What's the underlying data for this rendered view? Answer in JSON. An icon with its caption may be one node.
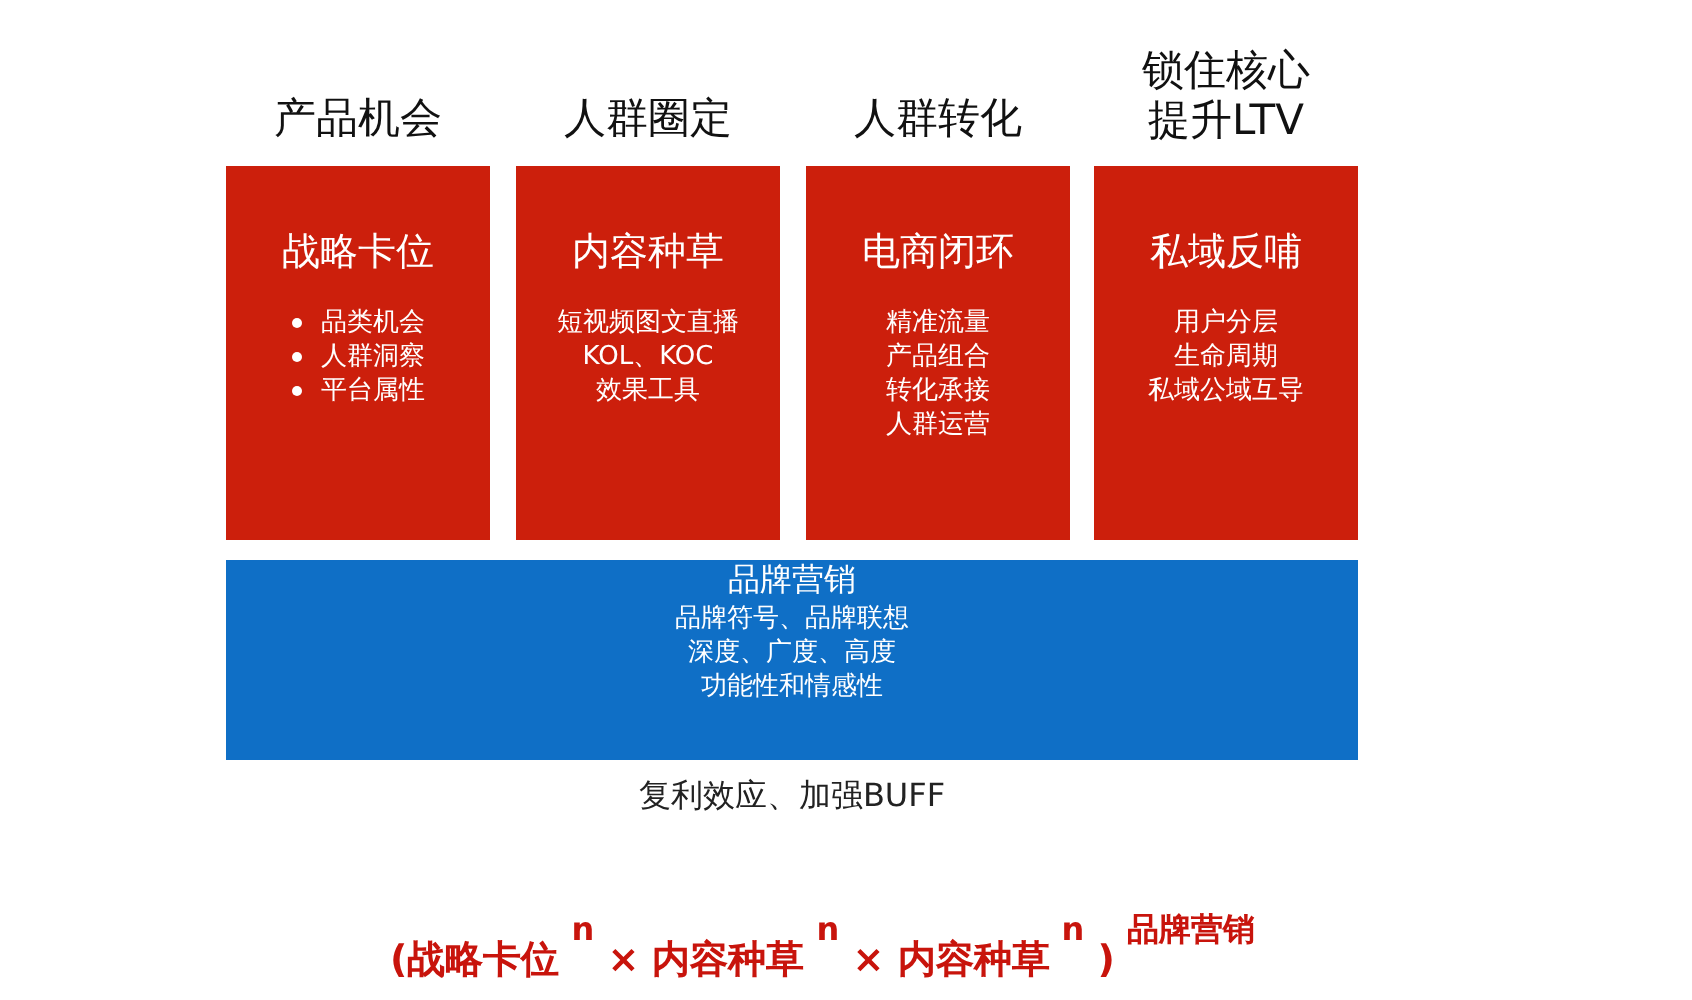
{
  "diagram": {
    "nodes": [
      {
        "text": [
          "产品机会",
          "战略卡位",
          "品类机会",
          "人群洞察",
          "平台属性"
        ]
      },
      {
        "text": [
          "人群圈定",
          "内容种草",
          "短视频图文直播",
          "KOL、KOC",
          "效果工具"
        ]
      },
      {
        "text": [
          "人群转化",
          "电商闭环",
          "精准流量",
          "产品组合",
          "转化承接",
          "人群运营"
        ]
      },
      {
        "text": [
          "锁住核心提升LTV",
          "私域反哺",
          "用户分层",
          "生命周期",
          "私域公域互导"
        ]
      },
      {
        "text": [
          "品牌营销",
          "品牌符号、品牌联想",
          "深度、广度、高度",
          "功能性和情感性"
        ],
        "beside": [
          "复利效应、加强BUFF"
        ]
      }
    ],
    "edges": [],
    "labels": [
      "(战略卡位$^{n}$ × 内容种草$^{n}$ × 内容种草$^{n}$ )$^{品牌营销}$"
    ]
  }
}
